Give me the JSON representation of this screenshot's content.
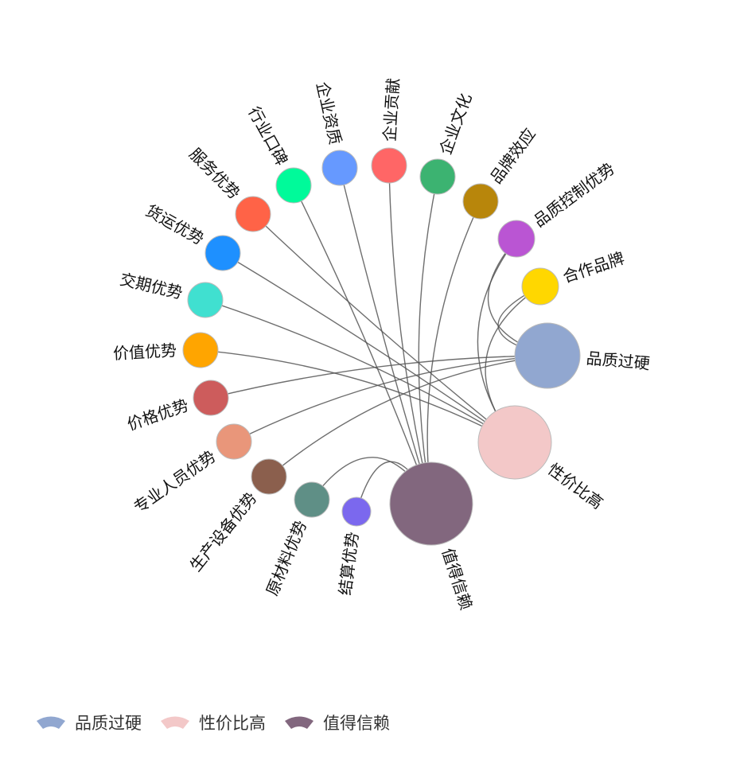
{
  "chart_data": {
    "type": "graph",
    "layout": "circular",
    "categories": [
      {
        "name": "品质过硬",
        "color": "#91a7d0"
      },
      {
        "name": "性价比高",
        "color": "#f3c8c8"
      },
      {
        "name": "值得信赖",
        "color": "#82677e"
      }
    ],
    "nodes": [
      {
        "name": "企业资质",
        "color": "#6699ff",
        "size": "small"
      },
      {
        "name": "企业贡献",
        "color": "#ff6666",
        "size": "small"
      },
      {
        "name": "企业文化",
        "color": "#3cb371",
        "size": "small"
      },
      {
        "name": "品牌效应",
        "color": "#b8860b",
        "size": "small"
      },
      {
        "name": "品质控制优势",
        "color": "#ba55d3",
        "size": "small"
      },
      {
        "name": "合作品牌",
        "color": "#ffd700",
        "size": "small"
      },
      {
        "name": "品质过硬",
        "color": "#91a7d0",
        "size": "large"
      },
      {
        "name": "性价比高",
        "color": "#f3c8c8",
        "size": "large"
      },
      {
        "name": "值得信赖",
        "color": "#82677e",
        "size": "large"
      },
      {
        "name": "结算优势",
        "color": "#7b68ee",
        "size": "small"
      },
      {
        "name": "原材料优势",
        "color": "#5f8f86",
        "size": "small"
      },
      {
        "name": "生产设备优势",
        "color": "#8b5f4d",
        "size": "small"
      },
      {
        "name": "专业人员优势",
        "color": "#e9967a",
        "size": "small"
      },
      {
        "name": "价格优势",
        "color": "#cd5c5c",
        "size": "small"
      },
      {
        "name": "价值优势",
        "color": "#ffa500",
        "size": "small"
      },
      {
        "name": "交期优势",
        "color": "#40e0d0",
        "size": "small"
      },
      {
        "name": "货运优势",
        "color": "#1e90ff",
        "size": "small"
      },
      {
        "name": "服务优势",
        "color": "#ff6347",
        "size": "small"
      },
      {
        "name": "行业口碑",
        "color": "#00fa9a",
        "size": "small"
      }
    ],
    "links": [
      [
        "企业资质",
        "值得信赖"
      ],
      [
        "企业贡献",
        "值得信赖"
      ],
      [
        "企业文化",
        "值得信赖"
      ],
      [
        "品牌效应",
        "值得信赖"
      ],
      [
        "行业口碑",
        "值得信赖"
      ],
      [
        "结算优势",
        "值得信赖"
      ],
      [
        "原材料优势",
        "值得信赖"
      ],
      [
        "品质控制优势",
        "品质过硬"
      ],
      [
        "合作品牌",
        "品质过硬"
      ],
      [
        "专业人员优势",
        "品质过硬"
      ],
      [
        "生产设备优势",
        "品质过硬"
      ],
      [
        "价格优势",
        "品质过硬"
      ],
      [
        "服务优势",
        "性价比高"
      ],
      [
        "货运优势",
        "性价比高"
      ],
      [
        "交期优势",
        "性价比高"
      ],
      [
        "价值优势",
        "性价比高"
      ],
      [
        "合作品牌",
        "性价比高"
      ],
      [
        "品质控制优势",
        "性价比高"
      ]
    ],
    "legend": {
      "position": "bottom-left",
      "items": [
        "品质过硬",
        "性价比高",
        "值得信赖"
      ]
    }
  }
}
